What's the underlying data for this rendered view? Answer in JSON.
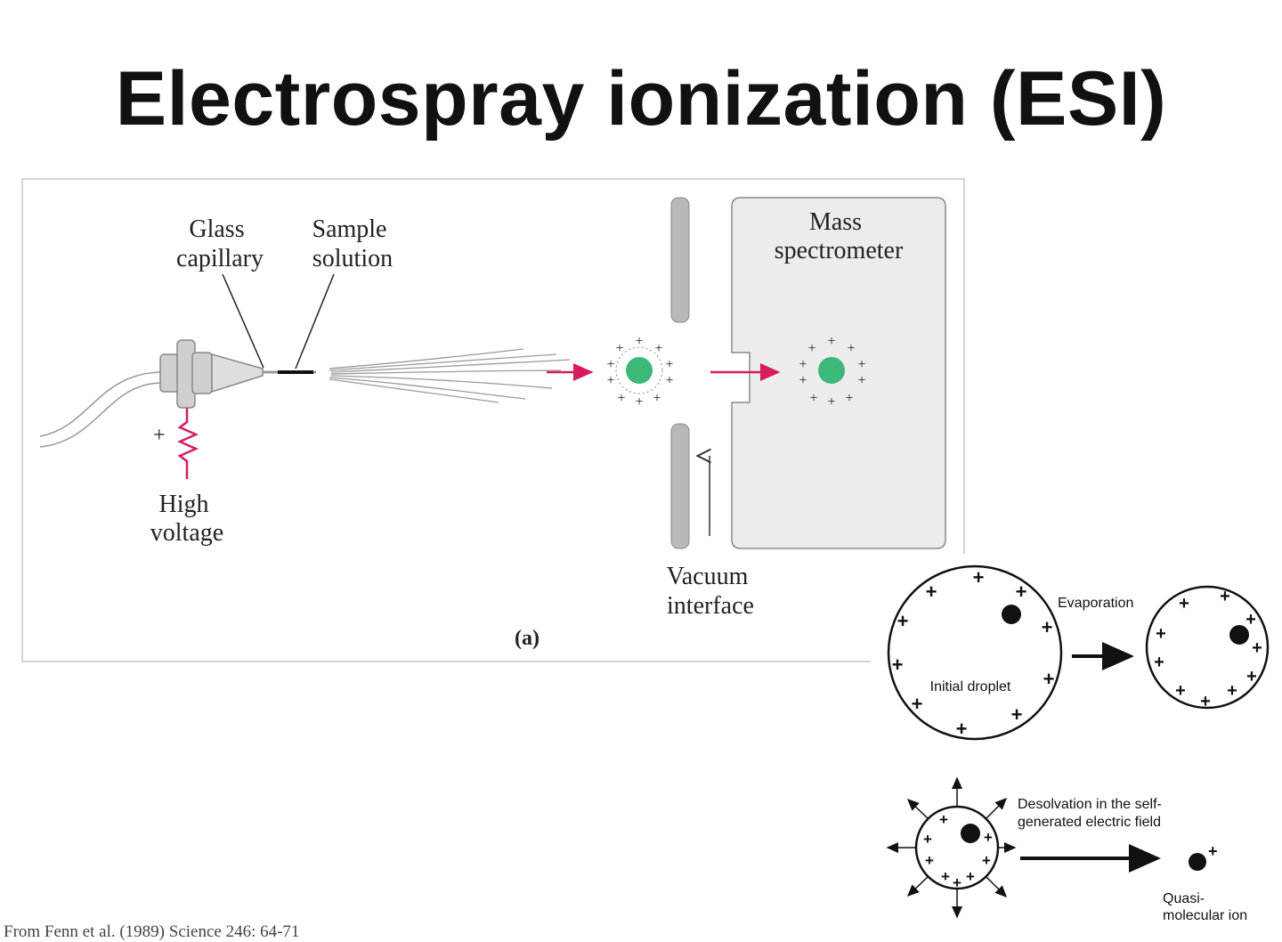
{
  "title": "Electrospray ionization (ESI)",
  "panel_a": {
    "labels": {
      "glass_capillary": [
        "Glass",
        "capillary"
      ],
      "sample_solution": [
        "Sample",
        "solution"
      ],
      "high_voltage": [
        "High",
        "voltage"
      ],
      "mass_spectrometer": [
        "Mass",
        "spectrometer"
      ],
      "vacuum_interface": [
        "Vacuum",
        "interface"
      ],
      "panel_label": "(a)",
      "plus_sign": "+"
    },
    "colors": {
      "arrow": "#d81b60",
      "ion": "#3cb878",
      "wall": "#b8b8b8",
      "chamber": "#ececec"
    }
  },
  "droplet_inset": {
    "initial_droplet_label": "Initial droplet",
    "evaporation_label": "Evaporation",
    "desolvation_label": [
      "Desolvation in the self-",
      "generated electric field"
    ],
    "ion_label": [
      "Quasi-",
      "molecular ion"
    ]
  },
  "citation": "From Fenn et al. (1989) Science 246: 64-71"
}
